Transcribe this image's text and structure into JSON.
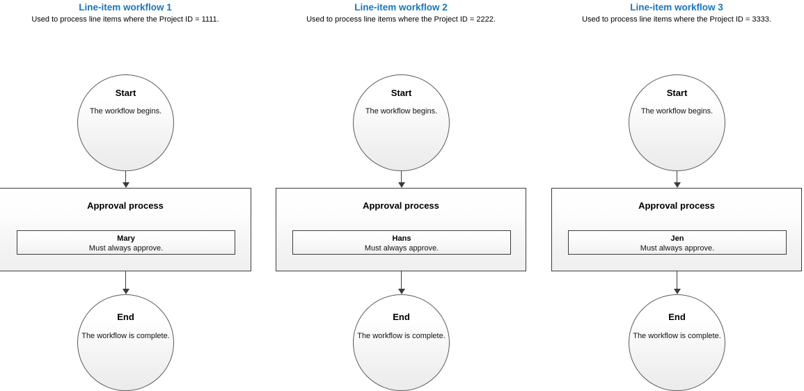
{
  "page": {
    "background": "#ffffff",
    "title_color": "#1a76bc",
    "line_color": "#3b3b3b"
  },
  "workflows": [
    {
      "title": "Line-item workflow 1",
      "subtitle": "Used to process line items where the Project ID = 1111.",
      "start": {
        "title": "Start",
        "description": "The workflow begins."
      },
      "process": {
        "title": "Approval process",
        "approver": {
          "name": "Mary",
          "rule": "Must always approve."
        }
      },
      "end": {
        "title": "End",
        "description": "The workflow is complete."
      }
    },
    {
      "title": "Line-item workflow 2",
      "subtitle": "Used to process line items where the Project ID = 2222.",
      "start": {
        "title": "Start",
        "description": "The workflow begins."
      },
      "process": {
        "title": "Approval process",
        "approver": {
          "name": "Hans",
          "rule": "Must always approve."
        }
      },
      "end": {
        "title": "End",
        "description": "The workflow is complete."
      }
    },
    {
      "title": "Line-item workflow 3",
      "subtitle": "Used to process line items where the Project ID = 3333.",
      "start": {
        "title": "Start",
        "description": "The workflow begins."
      },
      "process": {
        "title": "Approval process",
        "approver": {
          "name": "Jen",
          "rule": "Must always approve."
        }
      },
      "end": {
        "title": "End",
        "description": "The workflow is complete."
      }
    }
  ]
}
